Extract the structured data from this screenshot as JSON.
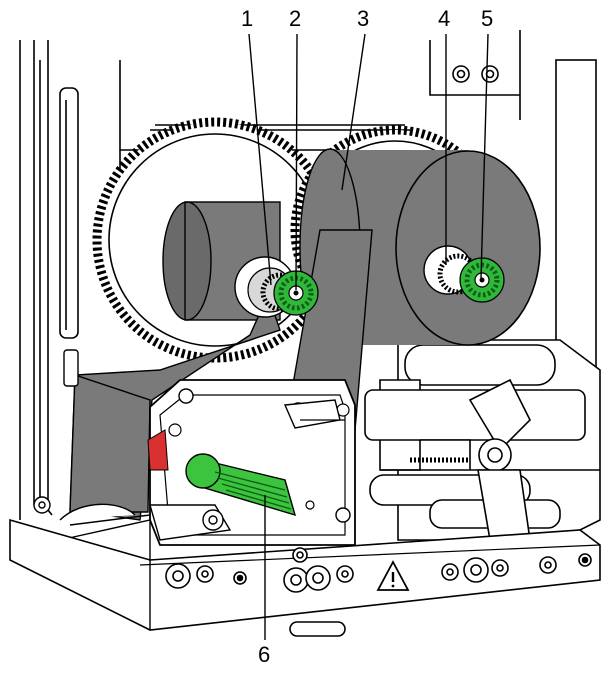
{
  "callouts": [
    {
      "id": "1",
      "label": "1"
    },
    {
      "id": "2",
      "label": "2"
    },
    {
      "id": "3",
      "label": "3"
    },
    {
      "id": "4",
      "label": "4"
    },
    {
      "id": "5",
      "label": "5"
    },
    {
      "id": "6",
      "label": "6"
    }
  ],
  "colors": {
    "ribbon": "#7a7a7a",
    "ribbon_dark": "#5e5e5e",
    "hub_green": "#2fb83a",
    "lever_green": "#3cc43f",
    "line": "#000000",
    "plate": "#ffffff",
    "accent_red": "#d93030"
  },
  "icons": [
    "warning-triangle-icon",
    "green-hub-knob-icon",
    "green-lever-handle-icon",
    "screw-icon"
  ]
}
